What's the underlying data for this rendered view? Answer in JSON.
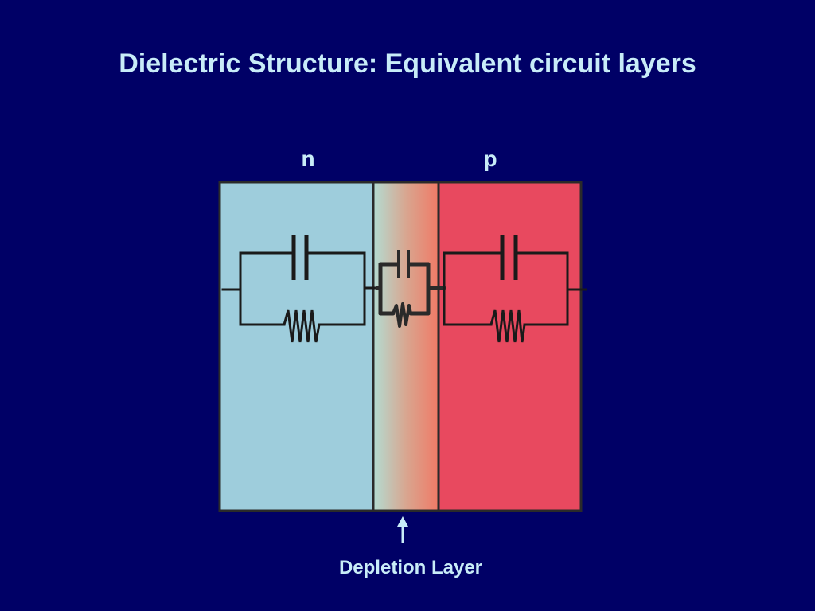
{
  "slide": {
    "title": "Dielectric Structure: Equivalent circuit layers"
  },
  "regions": {
    "n_label": "n",
    "p_label": "p"
  },
  "annotation": {
    "depletion_label": "Depletion Layer"
  },
  "colors": {
    "background": "#000066",
    "text": "#c8ecf8",
    "n_region": "#9ecddc",
    "p_region": "#e8495f",
    "depletion_gradient_start": "#b3dcd2",
    "depletion_gradient_end": "#f07a66",
    "wire": "#1a1a1a",
    "outline": "#2a2a2a"
  },
  "components": {
    "n_region": [
      "capacitor-icon",
      "resistor-icon"
    ],
    "depletion_region": [
      "capacitor-icon",
      "resistor-icon"
    ],
    "p_region": [
      "capacitor-icon",
      "resistor-icon"
    ]
  }
}
